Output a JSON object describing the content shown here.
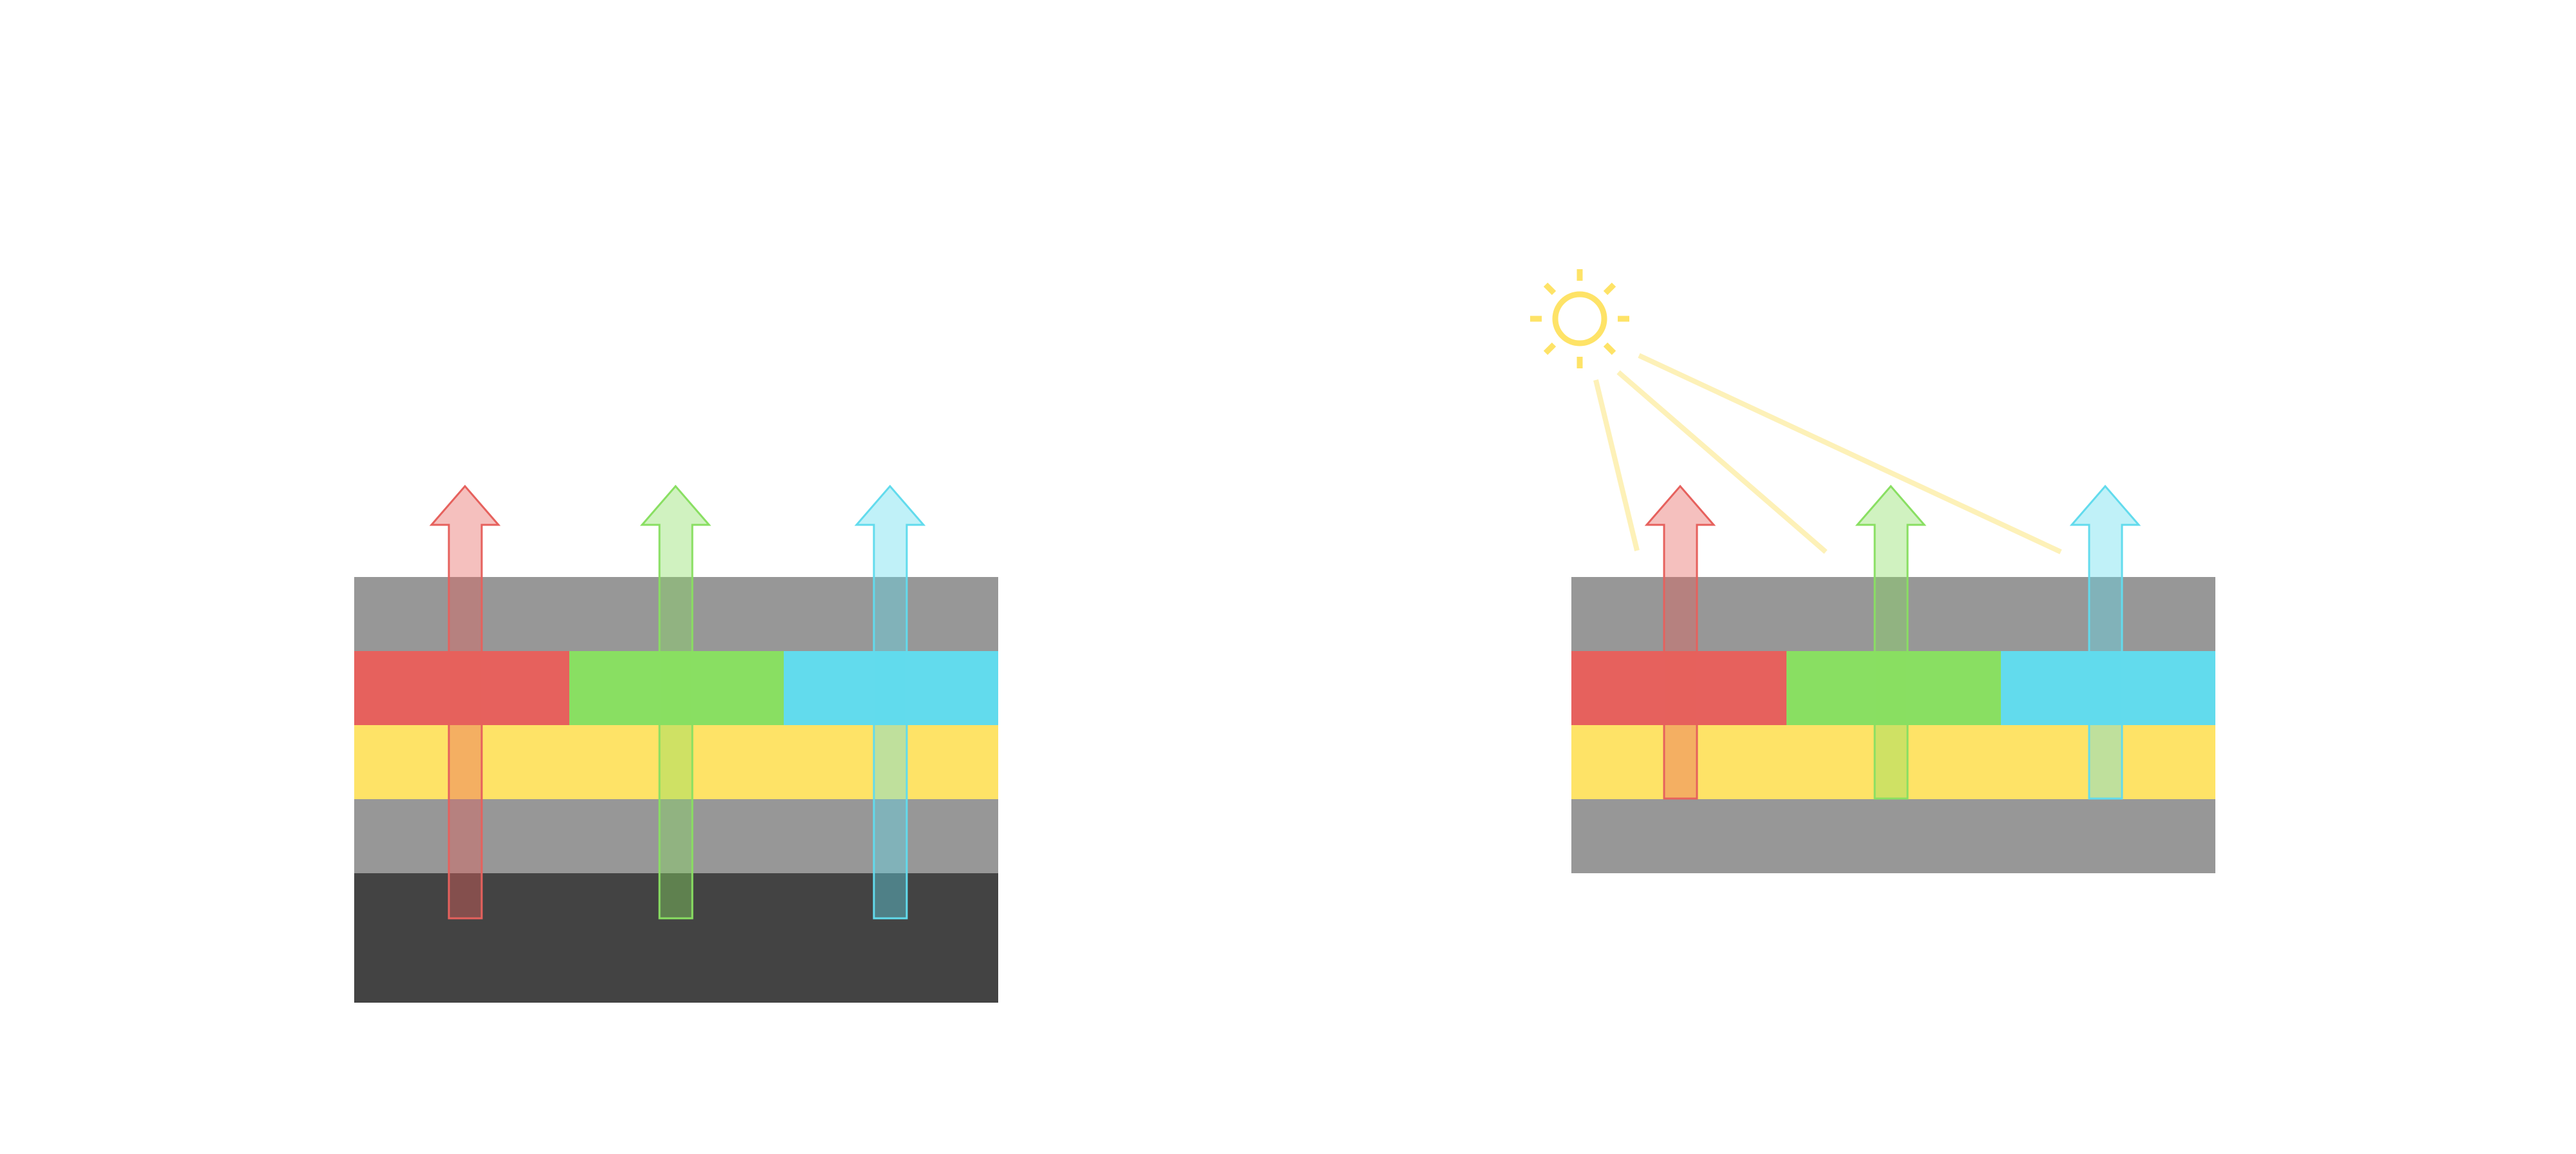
{
  "colors": {
    "background": "#ffffff",
    "gray_layer": "#979797",
    "dark_layer": "#434343",
    "red": "#e6615d",
    "green": "#89df62",
    "cyan": "#62dbed",
    "yellow": "#fee367",
    "sun": "#fee367",
    "sun_ray": "#fdf1b8"
  },
  "diagrams": [
    {
      "id": "left",
      "layers": [
        "gray",
        "color-filter",
        "yellow",
        "gray",
        "dark"
      ],
      "color_filter_segments": [
        "red",
        "green",
        "cyan"
      ],
      "arrows": [
        "red",
        "green",
        "cyan"
      ],
      "has_sun": false
    },
    {
      "id": "right",
      "layers": [
        "gray",
        "color-filter",
        "yellow",
        "gray"
      ],
      "color_filter_segments": [
        "red",
        "green",
        "cyan"
      ],
      "arrows": [
        "red",
        "green",
        "cyan"
      ],
      "has_sun": true,
      "sun_icon": "sun-icon",
      "sun_ray_count": 3
    }
  ]
}
